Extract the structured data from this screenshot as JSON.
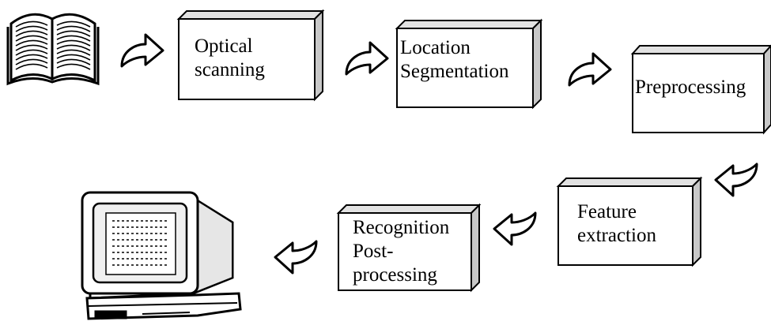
{
  "steps": [
    {
      "lines": [
        "Optical",
        "scanning"
      ]
    },
    {
      "lines": [
        "Location",
        "Segmentation"
      ]
    },
    {
      "lines": [
        "Preprocessing"
      ]
    },
    {
      "lines": [
        "Feature",
        "extraction"
      ]
    },
    {
      "lines": [
        "Recognition",
        "Post-",
        "processing"
      ]
    }
  ],
  "colors": {
    "stroke": "#000000",
    "box_face": "#ffffff",
    "box_side": "#c8c8c8",
    "box_top": "#e2e2e2"
  },
  "icons": [
    "open-book-icon",
    "curved-arrow-icon",
    "computer-monitor-icon"
  ]
}
